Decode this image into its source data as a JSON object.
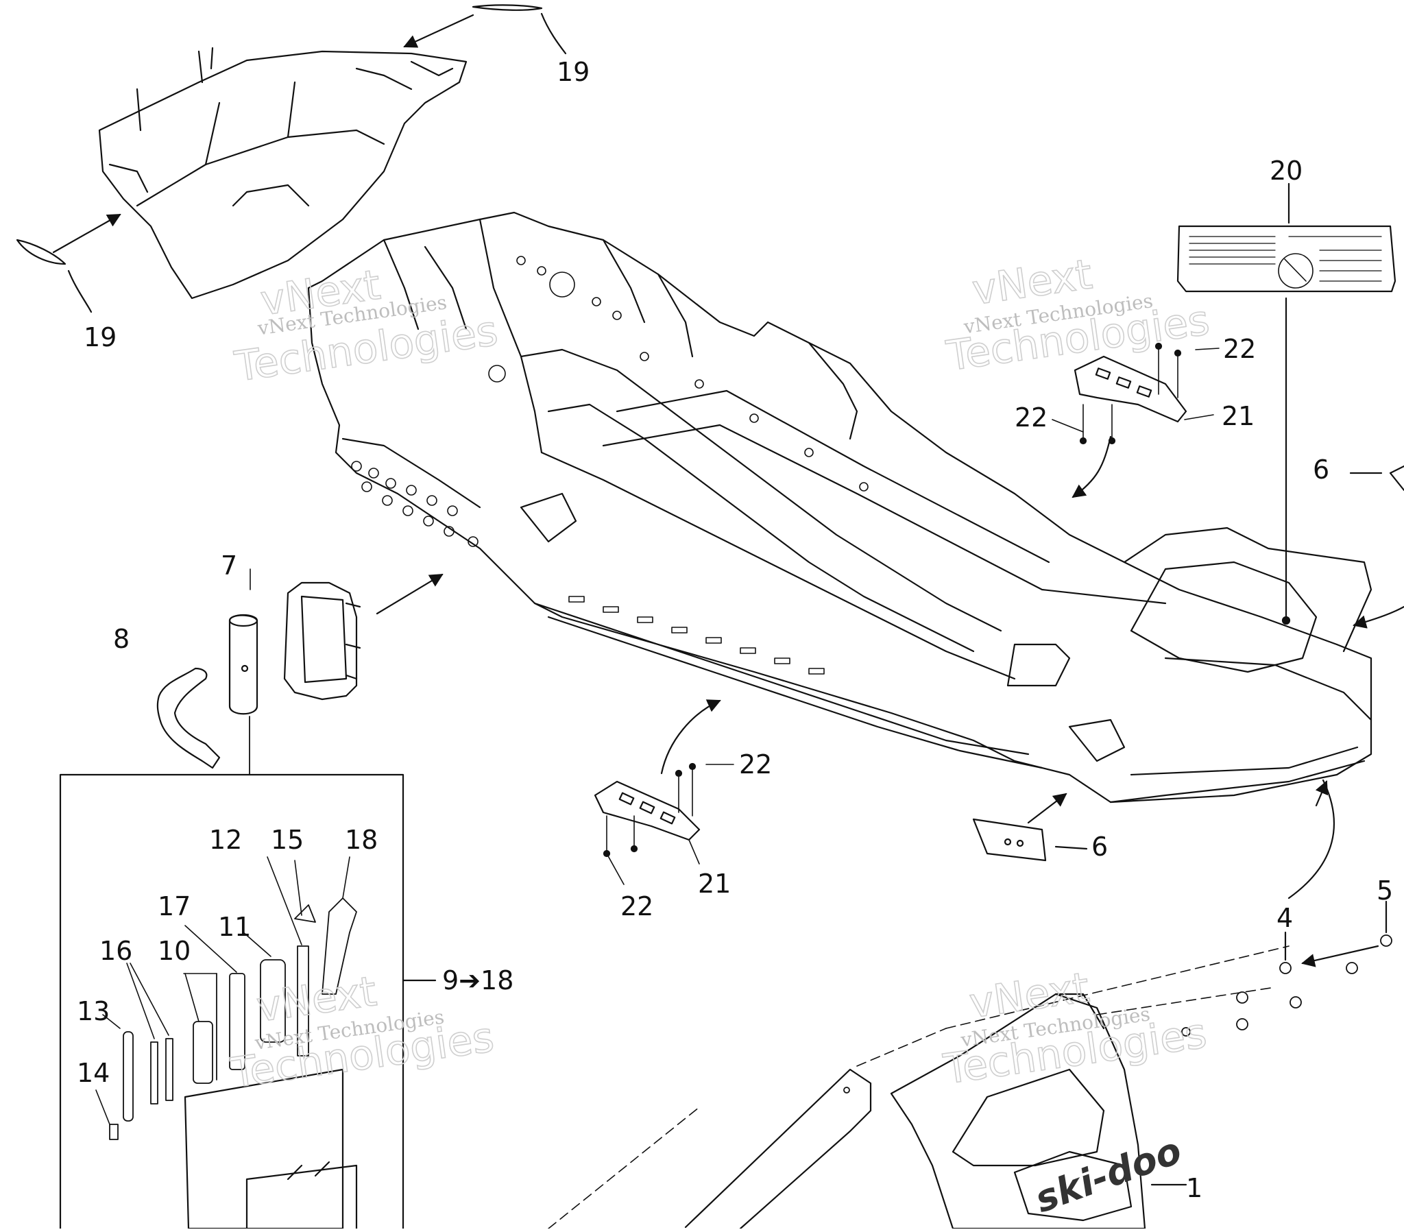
{
  "callouts": {
    "c1": "1",
    "c4": "4",
    "c5": "5",
    "c6a": "6",
    "c6b": "6",
    "c7": "7",
    "c8": "8",
    "c9_18": "9➔18",
    "c10": "10",
    "c11": "11",
    "c12": "12",
    "c13": "13",
    "c14": "14",
    "c15": "15",
    "c16": "16",
    "c17": "17",
    "c18": "18",
    "c19a": "19",
    "c19b": "19",
    "c20": "20",
    "c21a": "21",
    "c21b": "21",
    "c22a": "22",
    "c22b": "22",
    "c22c": "22",
    "c22d": "22"
  },
  "watermark": {
    "line1": "vNext Technologies",
    "big1": "vNext",
    "big2": "Technologies"
  },
  "brand_text": "ski-doo"
}
